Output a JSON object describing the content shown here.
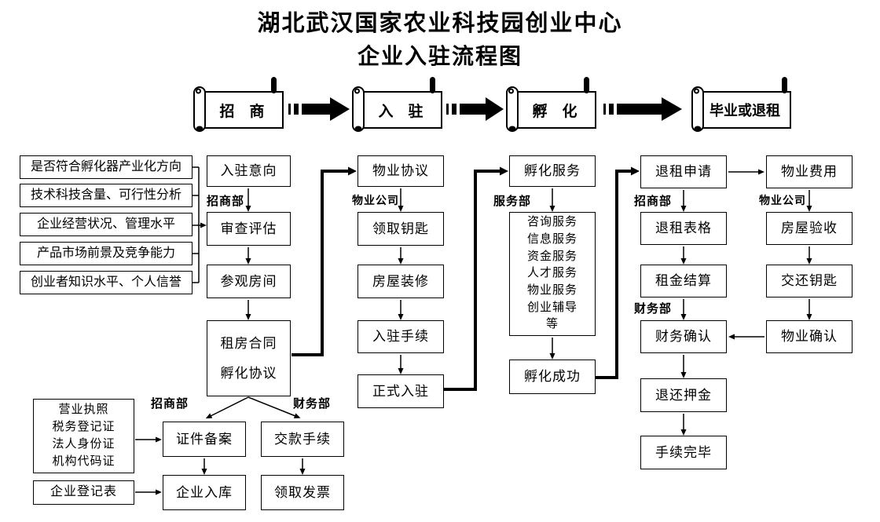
{
  "title": {
    "line1": "湖北武汉国家农业科技园创业中心",
    "line2": "企业入驻流程图"
  },
  "stages": [
    {
      "label": "招　商"
    },
    {
      "label": "入　驻"
    },
    {
      "label": "孵　化"
    },
    {
      "label": "毕业或退租"
    }
  ],
  "criteria": [
    "是否符合孵化器产业化方向",
    "技术科技含量、可行性分析",
    "企业经营状况、管理水平",
    "产品市场前景及竞争能力",
    "创业者知识水平、个人信誉"
  ],
  "labels": {
    "zhaoshangbu1": "招商部",
    "wuyegongsi1": "物业公司",
    "fuwubu": "服务部",
    "zhaoshangbu2": "招商部",
    "wuyegongsi2": "物业公司",
    "caiwubu_right": "财务部",
    "zhaoshangbu3": "招商部",
    "caiwubu_bottom": "财务部"
  },
  "boxes": {
    "ruzhu_yixiang": "入驻意向",
    "shencha_pinggu": "审查评估",
    "canguan_fangjian": "参观房间",
    "zufang_hetong": "租房合同",
    "fuhua_xieyi": "孵化协议",
    "wuye_xieyi": "物业协议",
    "lingqu_yaoshi": "领取钥匙",
    "fangwu_zhuangxiu": "房屋装修",
    "ruzhu_shouxu": "入驻手续",
    "zhengshi_ruzhu": "正式入驻",
    "fuhua_fuwu": "孵化服务",
    "services": [
      "咨询服务",
      "信息服务",
      "资金服务",
      "人才服务",
      "物业服务",
      "创业辅导",
      "等"
    ],
    "fuhua_chenggong": "孵化成功",
    "tuizu_shenqing": "退租申请",
    "tuizu_biaoge": "退租表格",
    "zujin_jiesuan": "租金结算",
    "caiwu_queren": "财务确认",
    "tuihuan_yajin": "退还押金",
    "shouxu_wanbi": "手续完毕",
    "wuye_feiyong": "物业费用",
    "fangwu_yanshou": "房屋验收",
    "jiaohuan_yaoshi": "交还钥匙",
    "wuye_queren": "物业确认",
    "docs": [
      "营业执照",
      "税务登记证",
      "法人身份证",
      "机构代码证"
    ],
    "qiye_dengjibiao": "企业登记表",
    "zhengjian_beian": "证件备案",
    "jiaokuan_shouxu": "交款手续",
    "qiye_ruku": "企业入库",
    "lingqu_fapiao": "领取发票"
  },
  "colors": {
    "ink": "#000000",
    "background": "#ffffff"
  }
}
